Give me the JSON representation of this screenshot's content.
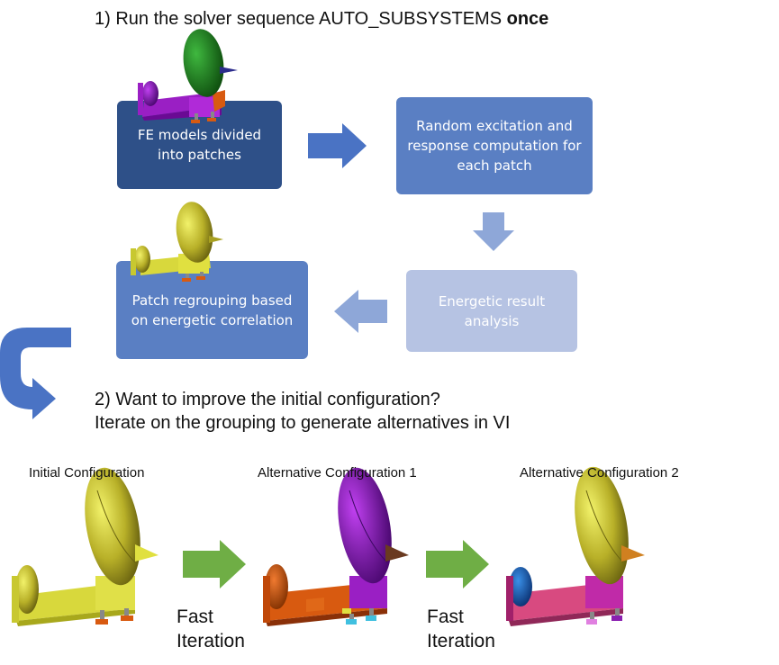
{
  "heading1": {
    "prefix": "1) Run the solver sequence AUTO_SUBSYSTEMS ",
    "emphasis": "once"
  },
  "boxes": {
    "fe_models": "FE models divided into patches",
    "random_excitation": "Random excitation and response computation for each patch",
    "energetic_analysis": "Energetic result analysis",
    "patch_regrouping": "Patch regrouping based on energetic correlation"
  },
  "heading2": {
    "line1": "2) Want to improve the initial configuration?",
    "line2": "Iterate on the grouping to generate alternatives in VI"
  },
  "configurations": [
    {
      "label": "Initial Configuration"
    },
    {
      "label": "Alternative Configuration 1"
    },
    {
      "label": "Alternative Configuration 2"
    }
  ],
  "iteration_label": {
    "line1": "Fast",
    "line2": "Iteration"
  },
  "colors": {
    "box_dark": "#2e5088",
    "box_mid": "#5a7fc3",
    "box_light": "#b6c3e3",
    "arrow_blue": "#4a73c4",
    "arrow_light_blue": "#8ea7d8",
    "arrow_green": "#6fae45",
    "model_yellow": "#d8d83c",
    "model_green": "#1f7a1f",
    "model_purple": "#9a1fc4",
    "model_orange": "#d85a10",
    "model_pink": "#d84a80"
  }
}
